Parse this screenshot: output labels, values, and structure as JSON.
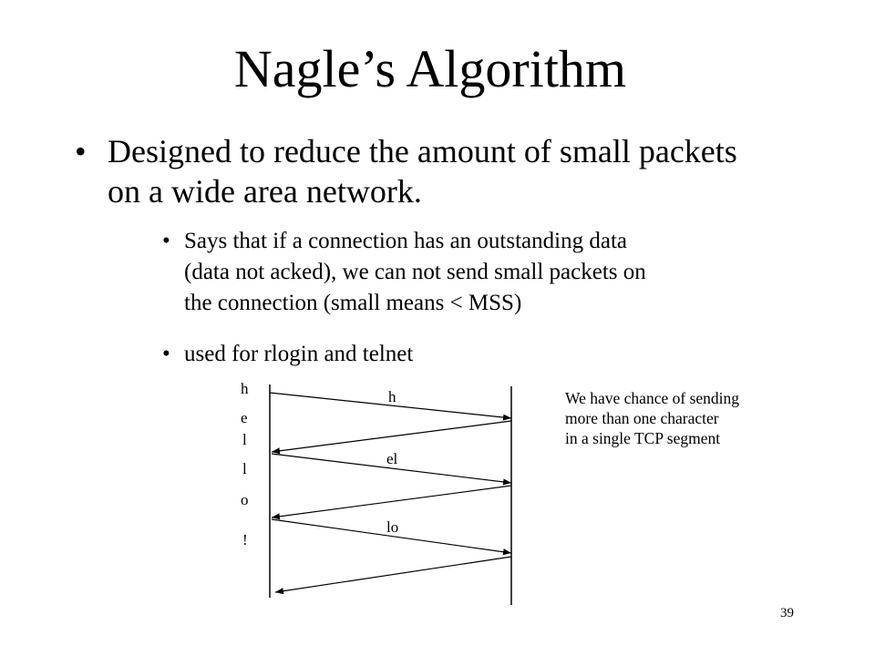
{
  "slide": {
    "title": "Nagle’s Algorithm",
    "bullets": {
      "main": {
        "marker": "•",
        "text": "Designed to reduce the amount of small packets on a wide area network."
      },
      "sub": [
        {
          "marker": "•",
          "lines": [
            "Says that if a connection has an outstanding data",
            "(data not acked), we can not send small packets on",
            "the connection (small means < MSS)"
          ]
        },
        {
          "marker": "•",
          "lines": [
            "used for rlogin and telnet"
          ]
        }
      ]
    },
    "diagram": {
      "typed_chars": [
        "h",
        "e",
        "l",
        "l",
        "o",
        "!"
      ],
      "segments": [
        {
          "label": "h"
        },
        {
          "label": "el"
        },
        {
          "label": "lo"
        }
      ]
    },
    "note_lines": [
      "We have chance of sending",
      "more than one character",
      "in a single TCP segment"
    ],
    "page_number": "39"
  }
}
